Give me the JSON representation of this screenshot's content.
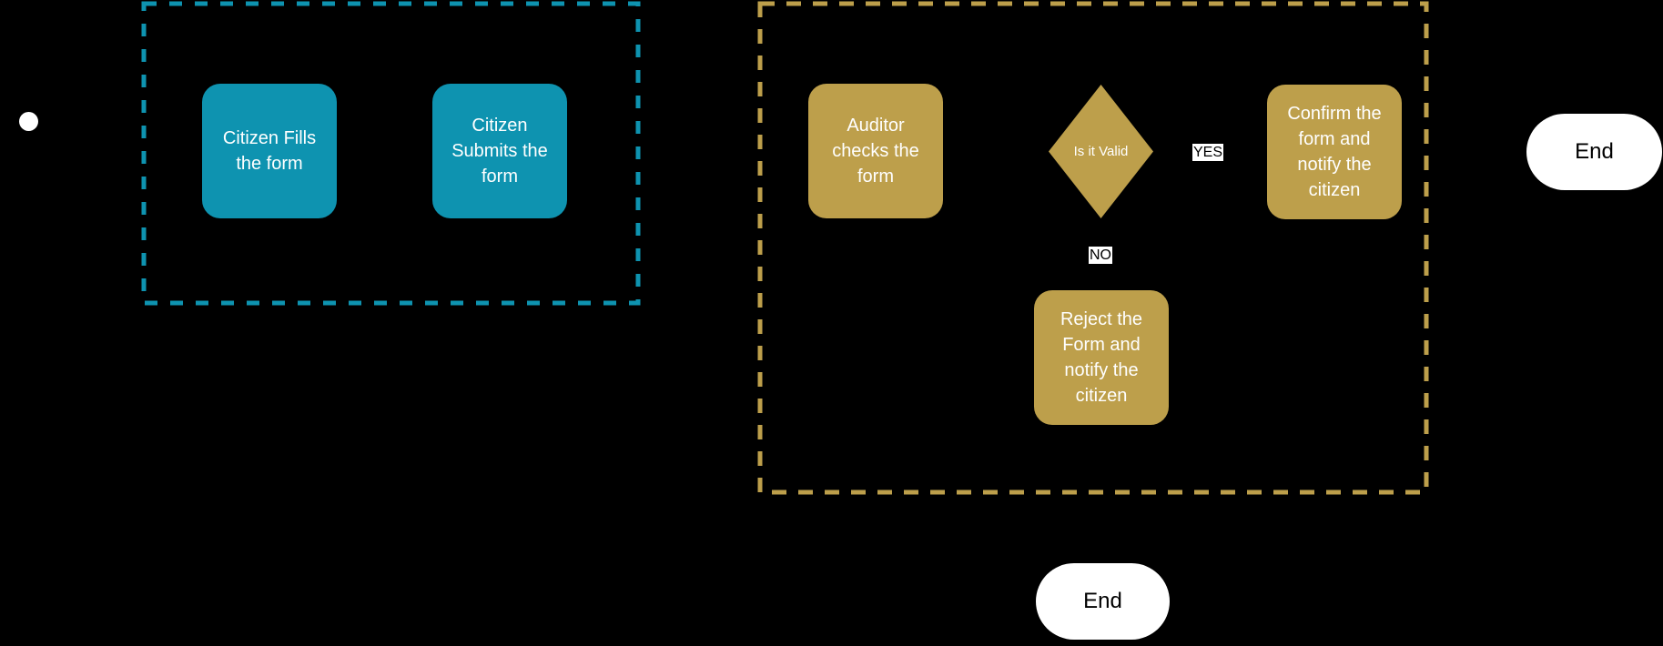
{
  "diagram": {
    "type": "flowchart",
    "background_color": "#000000",
    "colors": {
      "citizen_lane": "#0E93B0",
      "auditor_lane": "#BD9F4B",
      "process_text": "#FFFFFF",
      "terminator_fill": "#FFFFFF",
      "terminator_text": "#000000",
      "branch_label_bg": "#FFFFFF",
      "branch_label_text": "#000000"
    },
    "lanes": [
      {
        "id": "citizen",
        "border_style": "dashed",
        "color": "#0E93B0"
      },
      {
        "id": "auditor",
        "border_style": "dashed",
        "color": "#BD9F4B"
      }
    ],
    "nodes": {
      "start": {
        "type": "start"
      },
      "fill_form": {
        "label": "Citizen Fills the form",
        "fill": "#0E93B0"
      },
      "submit_form": {
        "label": "Citizen Submits the form",
        "fill": "#0E93B0"
      },
      "auditor_checks": {
        "label": "Auditor checks the form",
        "fill": "#BD9F4B"
      },
      "is_it_valid": {
        "label": "Is it Valid",
        "fill": "#BD9F4B"
      },
      "confirm": {
        "label": "Confirm the form and notify the citizen",
        "fill": "#BD9F4B"
      },
      "reject": {
        "label": "Reject the Form and notify the citizen",
        "fill": "#BD9F4B"
      },
      "end_right": {
        "label": "End",
        "fill": "#FFFFFF"
      },
      "end_bottom": {
        "label": "End",
        "fill": "#FFFFFF"
      }
    },
    "branch_labels": {
      "yes": {
        "label": "YES"
      },
      "no": {
        "label": "NO"
      }
    }
  }
}
